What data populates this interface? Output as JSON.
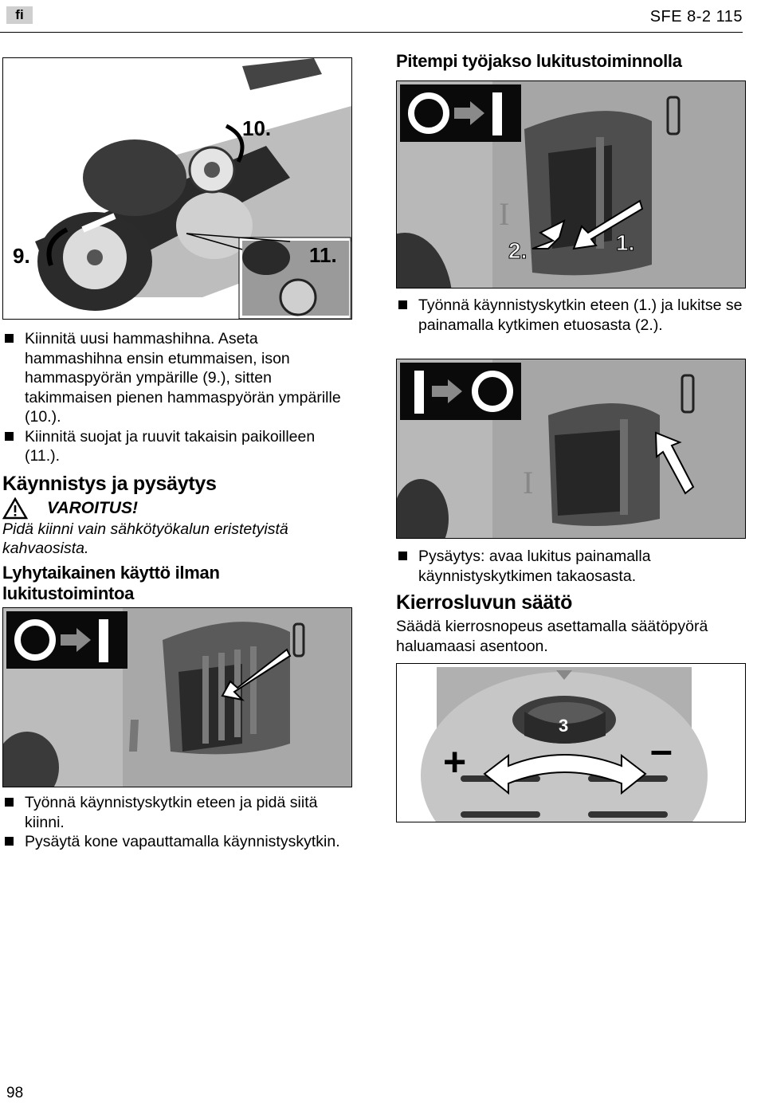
{
  "header": {
    "language_badge": "fi",
    "model": "SFE 8-2 115"
  },
  "left": {
    "figure1_labels": {
      "a": "10.",
      "b": "9.",
      "c": "11."
    },
    "bullets1": [
      "Kiinnitä uusi hammashihna. Aseta hammashihna ensin etummaisen, ison hammaspyörän ympärille (9.), sitten takimmaisen pienen hammaspyörän ympärille (10.).",
      "Kiinnitä suojat ja ruuvit takaisin paikoilleen (11.)."
    ],
    "section_title": "Käynnistys ja pysäytys",
    "warning_label": "VAROITUS!",
    "warning_text": "Pidä kiinni vain sähkötyökalun eristetyistä kahvaosista.",
    "sub_title": "Lyhytaikainen käyttö ilman lukitustoimintoa",
    "bullets2": [
      "Työnnä käynnistyskytkin eteen ja pidä siitä kiinni.",
      "Pysäytä kone vapauttamalla käynnistyskytkin."
    ]
  },
  "right": {
    "sub_title": "Pitempi työjakso lukitustoiminnolla",
    "figure_labels": {
      "step1": "1.",
      "step2": "2."
    },
    "bullet1": "Työnnä käynnistyskytkin eteen (1.) ja lukitse se painamalla kytkimen etuosasta (2.).",
    "bullet2": "Pysäytys: avaa lukitus painamalla käynnistyskytkimen takaosasta.",
    "speed_title": "Kierrosluvun säätö",
    "speed_text": "Säädä kierrosnopeus asettamalla säätöpyörä haluamaasi asentoon.",
    "dial_value": "3",
    "plus_sign": "+",
    "minus_sign": "–"
  },
  "footer": {
    "page_number": "98"
  },
  "colors": {
    "badge": "#cfcfcf",
    "photo_dark": "#1a1a1a",
    "photo_mid": "#8a8a8a",
    "photo_light": "#c8c8c8"
  }
}
